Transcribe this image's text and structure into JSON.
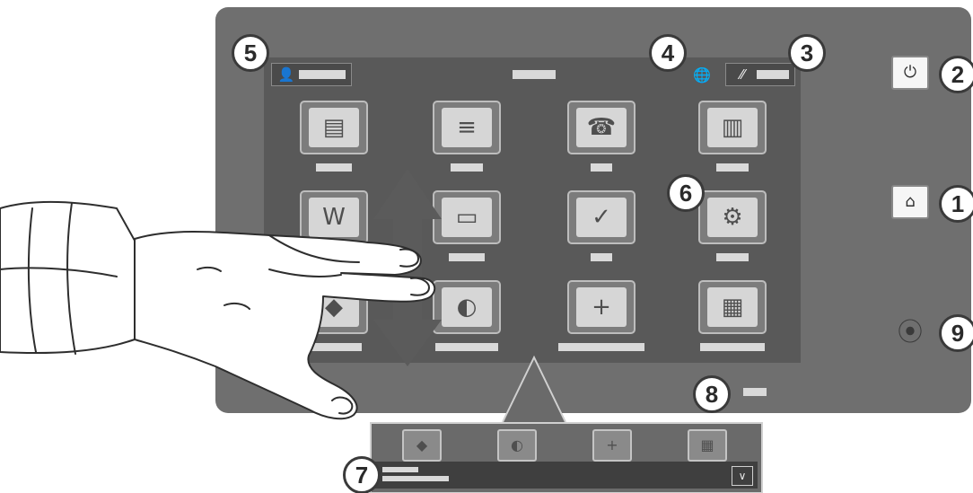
{
  "callouts": [
    "1",
    "2",
    "3",
    "4",
    "5",
    "6",
    "7",
    "8",
    "9"
  ],
  "icons": {
    "power": "⏻",
    "home": "⌂",
    "language": "🌐",
    "reset": "⁄⁄",
    "nfc": "⦿",
    "user": "👤",
    "chevron": "∨"
  },
  "apps": [
    {
      "name": "copy-app",
      "glyph": "▤"
    },
    {
      "name": "scan-app",
      "glyph": "≡"
    },
    {
      "name": "fax-app",
      "glyph": "☎"
    },
    {
      "name": "id-card-copy-app",
      "glyph": "▥"
    },
    {
      "name": "workflow-app",
      "glyph": "W"
    },
    {
      "name": "print-app",
      "glyph": "▭"
    },
    {
      "name": "jobs-app",
      "glyph": "✓"
    },
    {
      "name": "device-settings-app",
      "glyph": "⚙"
    },
    {
      "name": "contacts-app",
      "glyph": "◆"
    },
    {
      "name": "voice-app",
      "glyph": "◐"
    },
    {
      "name": "add-app",
      "glyph": "+"
    },
    {
      "name": "id-card-app",
      "glyph": "▦"
    }
  ],
  "colors": {
    "panel": "#6f6f6f",
    "screen": "#595959",
    "label_placeholder": "#d9d9d9"
  }
}
